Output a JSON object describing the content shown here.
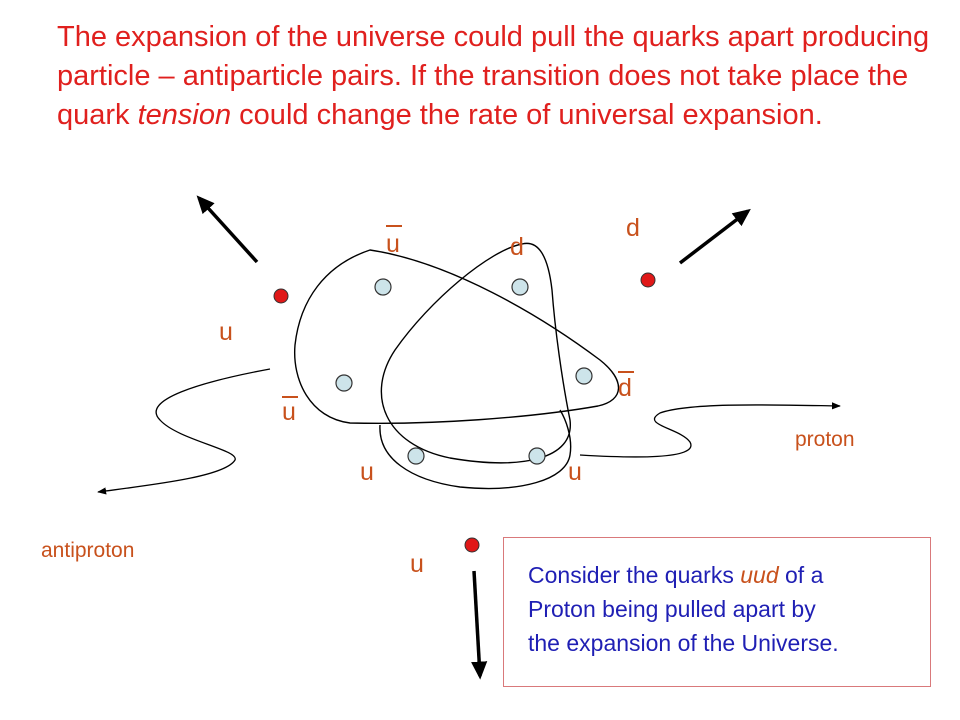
{
  "heading": {
    "part1": "The expansion of the universe could pull the quarks apart producing particle – antiparticle pairs. If the transition does not take place the quark ",
    "emphasis": "tension",
    "part2": " could change the rate of universal expansion."
  },
  "diagram": {
    "quark_labels": {
      "ubar_top": "u",
      "d_top": "d",
      "d_free": "d",
      "u_free_left": "u",
      "dbar_right": "d",
      "ubar_left": "u",
      "u_bottom_left": "u",
      "u_bottom_right": "u",
      "u_free_bottom": "u"
    },
    "particle_labels": {
      "proton": "proton",
      "antiproton": "antiproton"
    },
    "colors": {
      "free_quark": "#e01818",
      "bound_quark": "#cde4ea",
      "label": "#c8511c"
    }
  },
  "note": {
    "line1_pre": "Consider the quarks ",
    "line1_em": "uud",
    "line1_post": " of a",
    "line2": "Proton  being pulled apart by",
    "line3": "the expansion of the Universe."
  }
}
